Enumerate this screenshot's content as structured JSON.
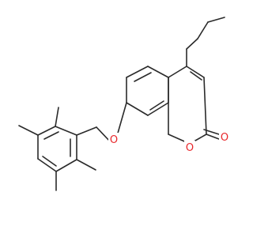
{
  "molecule": {
    "atoms": {
      "ether_oxygen": "O",
      "ring_oxygen": "O",
      "carbonyl_oxygen": "O"
    },
    "colors": {
      "bond": "#2a2a2a",
      "oxygen": "#e8262a",
      "background": "#ffffff"
    }
  }
}
